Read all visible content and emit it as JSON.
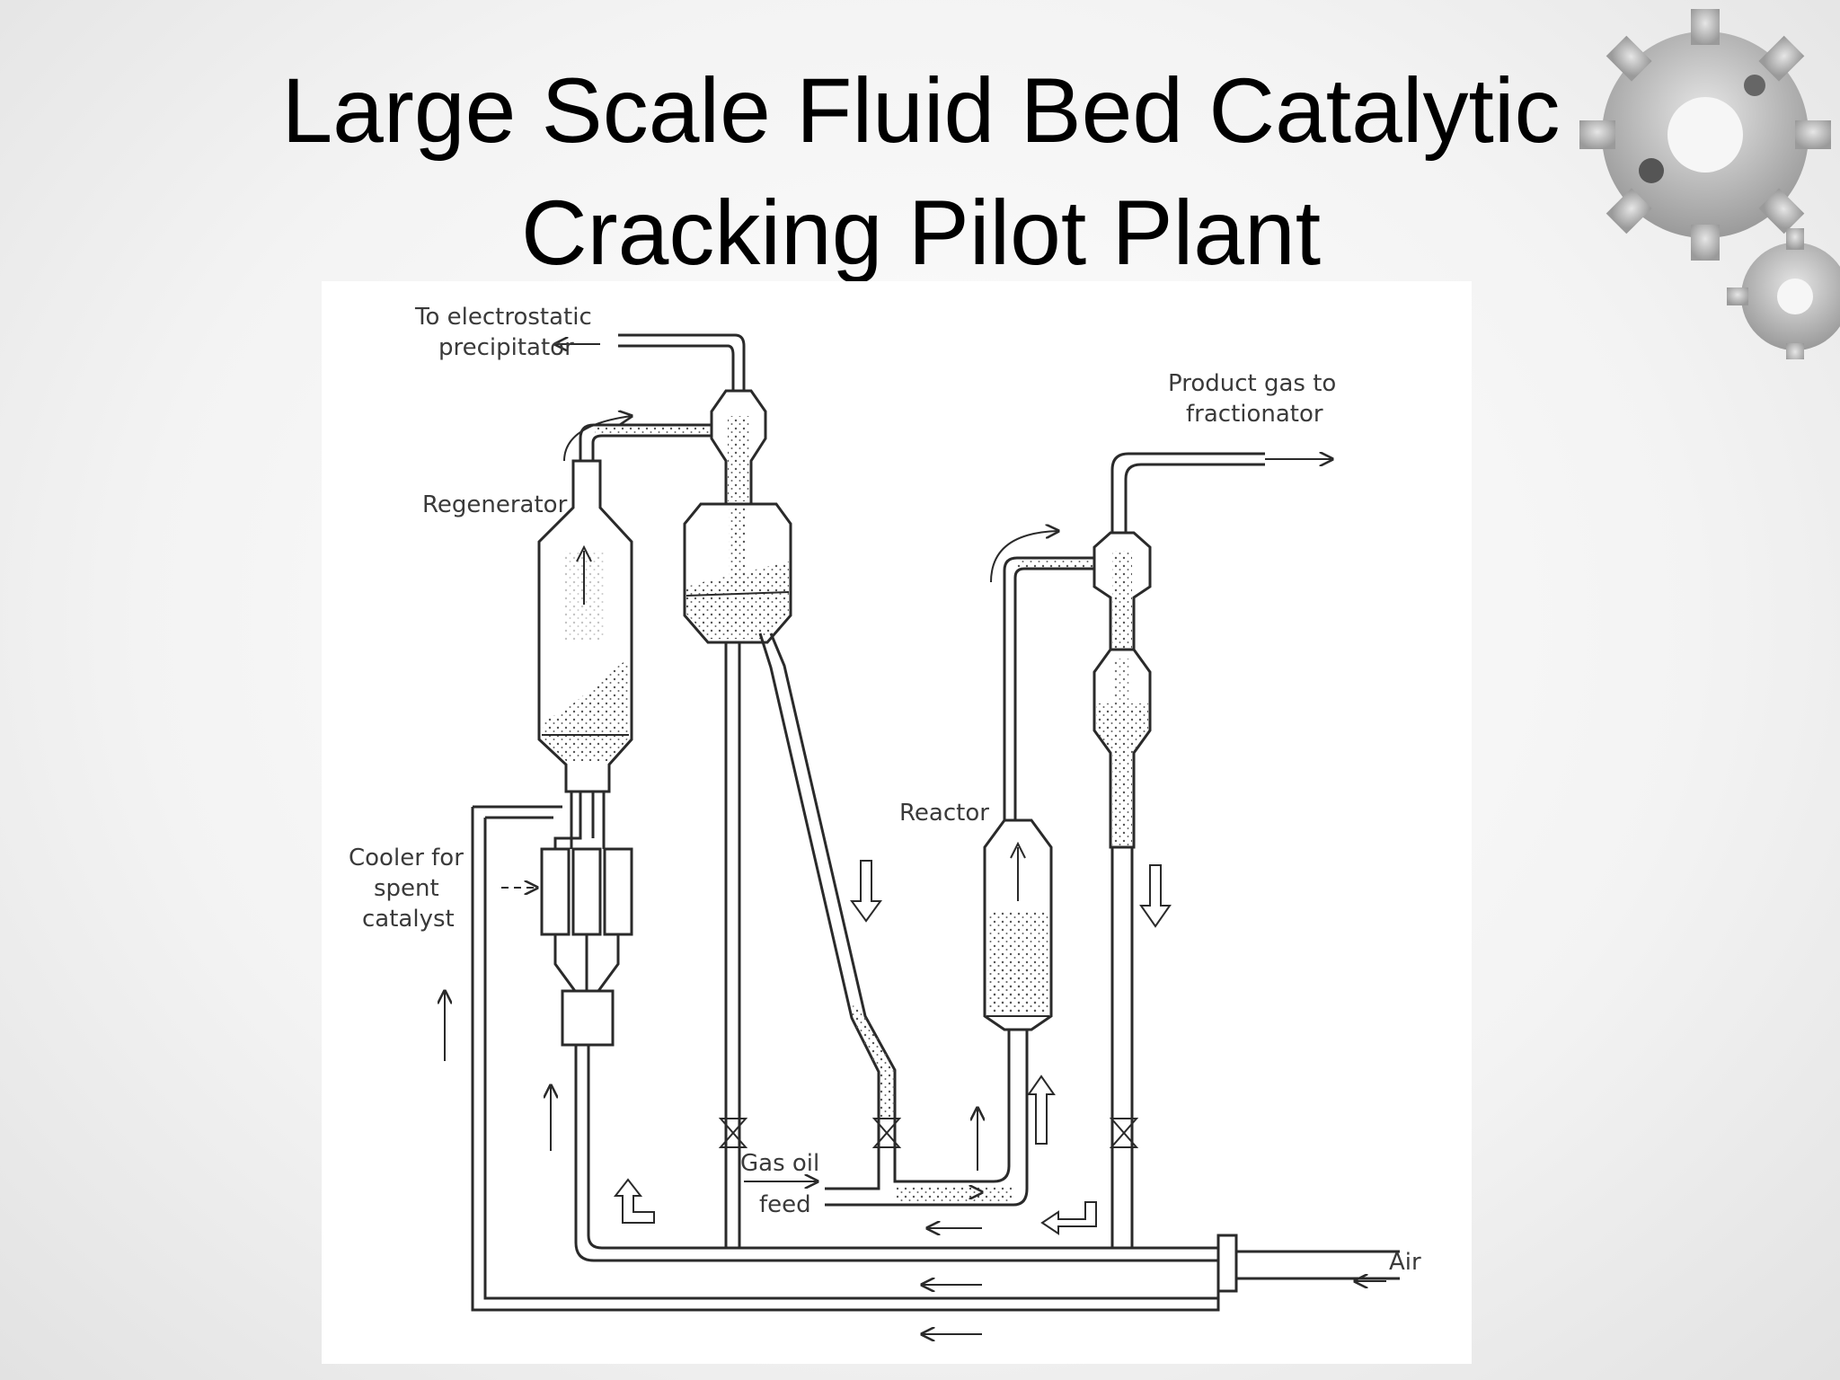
{
  "slide": {
    "title_line1": "Large Scale Fluid Bed Catalytic",
    "title_line2": "Cracking Pilot Plant"
  },
  "diagram": {
    "labels": {
      "electrostatic_line1": "To electrostatic",
      "electrostatic_line2": "precipitator",
      "product_line1": "Product gas to",
      "product_line2": "fractionator",
      "regenerator": "Regenerator",
      "reactor": "Reactor",
      "cooler_line1": "Cooler for",
      "cooler_line2": "spent",
      "cooler_line3": "catalyst",
      "gas_oil": "Gas oil",
      "feed": "feed",
      "air": "Air"
    }
  },
  "colors": {
    "line": "#2a2a2a",
    "label": "#3a3a3a",
    "catalyst_dots": "#555555",
    "gear": "#b5b5b5"
  },
  "decoration": {
    "top_right": "gears-graphic"
  }
}
